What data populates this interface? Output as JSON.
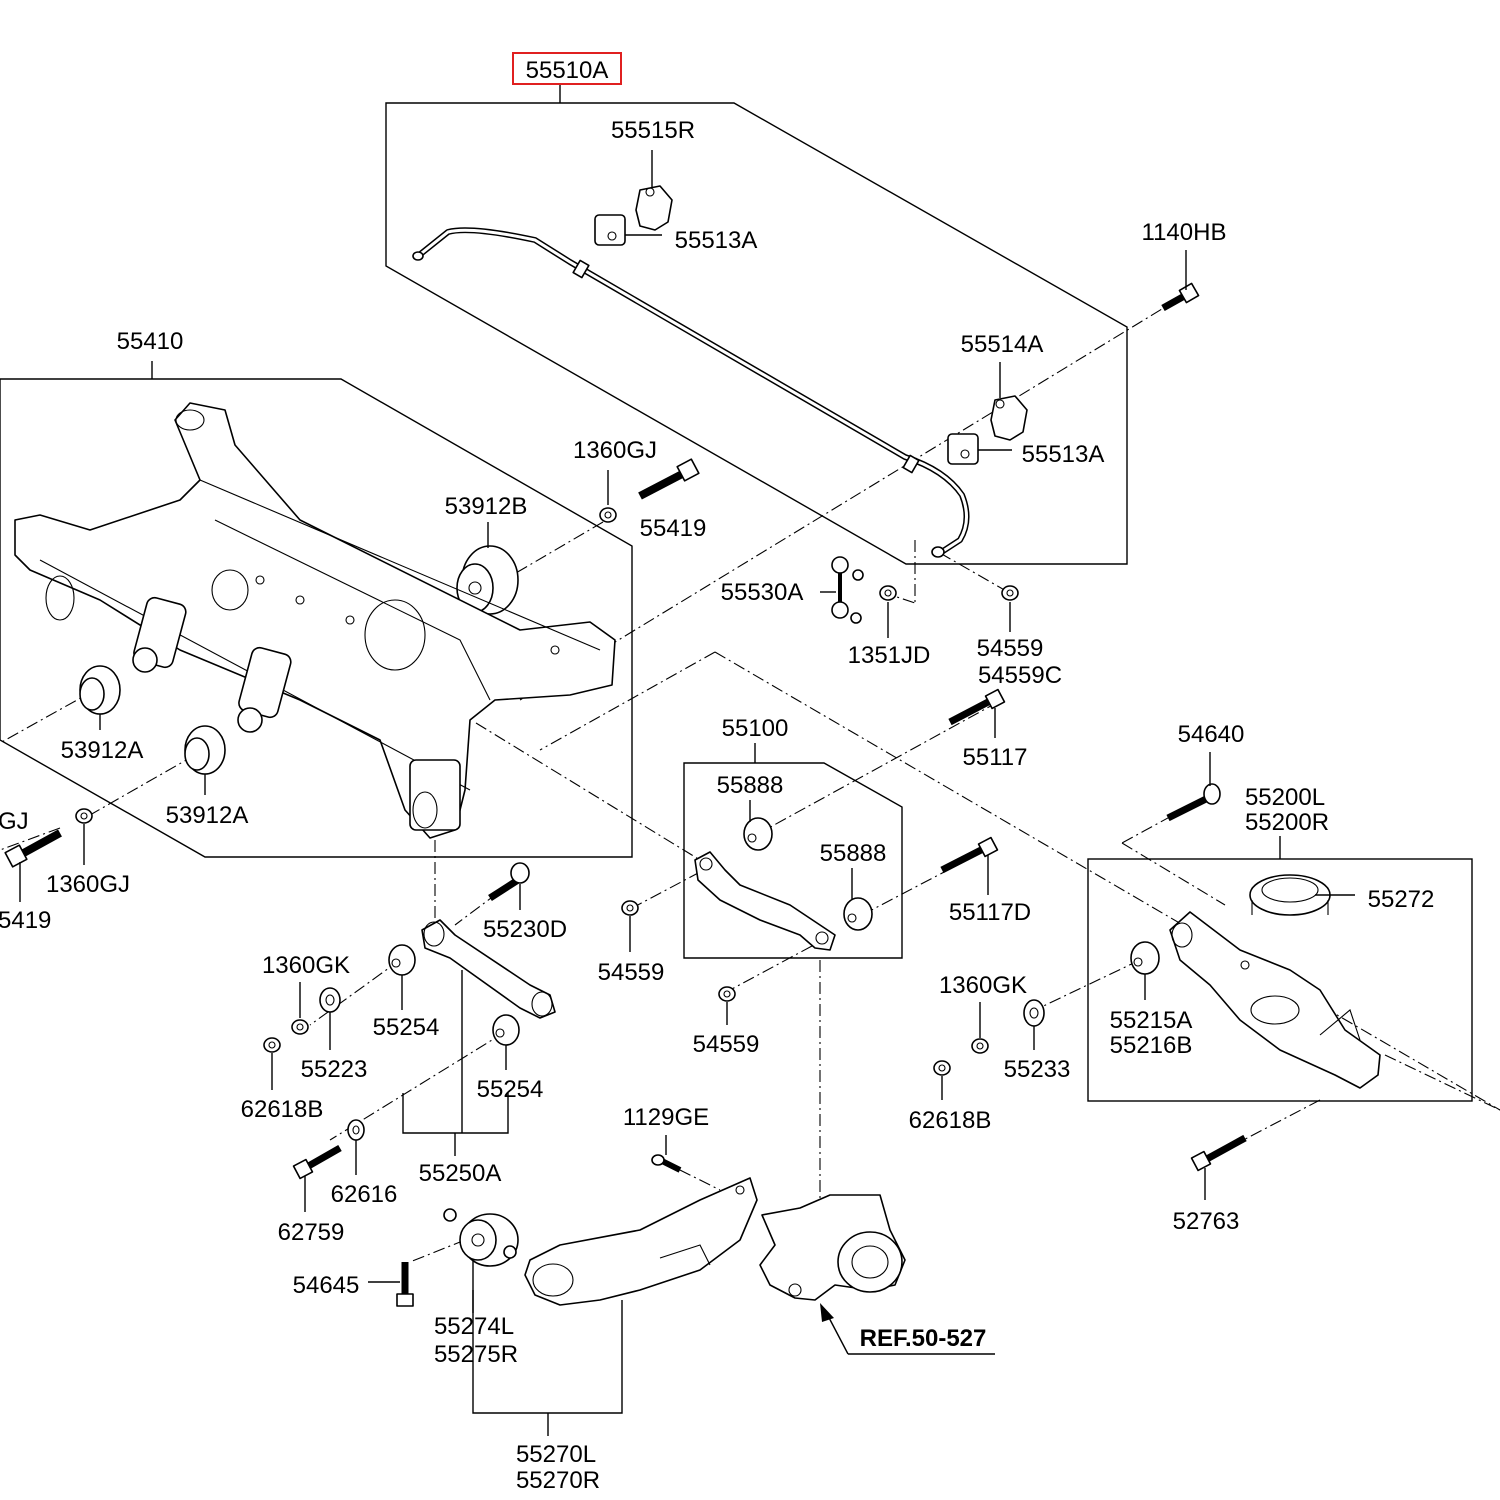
{
  "highlight_color": "#e02020",
  "callouts": [
    {
      "id": "55510A",
      "text": "55510A",
      "highlighted": true
    },
    {
      "id": "55515R",
      "text": "55515R"
    },
    {
      "id": "55513A-top",
      "text": "55513A"
    },
    {
      "id": "1140HB",
      "text": "1140HB"
    },
    {
      "id": "55410",
      "text": "55410"
    },
    {
      "id": "55514A",
      "text": "55514A"
    },
    {
      "id": "55513A-mid",
      "text": "55513A"
    },
    {
      "id": "1360GJ-top",
      "text": "1360GJ"
    },
    {
      "id": "55419-top",
      "text": "55419"
    },
    {
      "id": "53912B",
      "text": "53912B"
    },
    {
      "id": "55530A",
      "text": "55530A"
    },
    {
      "id": "1351JD",
      "text": "1351JD"
    },
    {
      "id": "54559-a",
      "text": "54559"
    },
    {
      "id": "54559C",
      "text": "54559C"
    },
    {
      "id": "53912A-a",
      "text": "53912A"
    },
    {
      "id": "53912A-b",
      "text": "53912A"
    },
    {
      "id": "GJ-partial",
      "text": "GJ"
    },
    {
      "id": "1360GJ-left",
      "text": "1360GJ"
    },
    {
      "id": "5419-partial",
      "text": "5419"
    },
    {
      "id": "55117",
      "text": "55117"
    },
    {
      "id": "55100",
      "text": "55100"
    },
    {
      "id": "55888-a",
      "text": "55888"
    },
    {
      "id": "55888-b",
      "text": "55888"
    },
    {
      "id": "54640",
      "text": "54640"
    },
    {
      "id": "55200L",
      "text": "55200L"
    },
    {
      "id": "55200R",
      "text": "55200R"
    },
    {
      "id": "55272",
      "text": "55272"
    },
    {
      "id": "55230D",
      "text": "55230D"
    },
    {
      "id": "55117D",
      "text": "55117D"
    },
    {
      "id": "1360GK-left",
      "text": "1360GK"
    },
    {
      "id": "54559-b",
      "text": "54559"
    },
    {
      "id": "1360GK-right",
      "text": "1360GK"
    },
    {
      "id": "55254-a",
      "text": "55254"
    },
    {
      "id": "55215A",
      "text": "55215A"
    },
    {
      "id": "55216B",
      "text": "55216B"
    },
    {
      "id": "55223",
      "text": "55223"
    },
    {
      "id": "54559-c",
      "text": "54559"
    },
    {
      "id": "55233",
      "text": "55233"
    },
    {
      "id": "55254-b",
      "text": "55254"
    },
    {
      "id": "62618B-left",
      "text": "62618B"
    },
    {
      "id": "62618B-right",
      "text": "62618B"
    },
    {
      "id": "1129GE",
      "text": "1129GE"
    },
    {
      "id": "55250A",
      "text": "55250A"
    },
    {
      "id": "62616",
      "text": "62616"
    },
    {
      "id": "52763",
      "text": "52763"
    },
    {
      "id": "62759",
      "text": "62759"
    },
    {
      "id": "54645",
      "text": "54645"
    },
    {
      "id": "55274L",
      "text": "55274L"
    },
    {
      "id": "55275R",
      "text": "55275R"
    },
    {
      "id": "REF",
      "text": "REF.50-527"
    },
    {
      "id": "55270L",
      "text": "55270L"
    },
    {
      "id": "55270R",
      "text": "55270R"
    }
  ]
}
